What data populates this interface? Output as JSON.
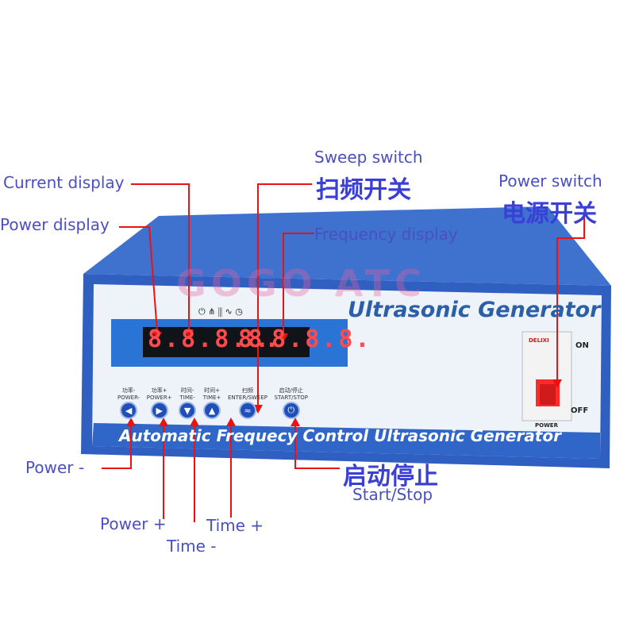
{
  "watermark": "GOGO ATC",
  "device": {
    "title": "Ultrasonic Generator",
    "band_text": "Automatic Frequecy Control Ultrasonic Generator",
    "display_current": "8.8.8.8.",
    "display_frequency": "8.8.8.8.",
    "buttons": [
      {
        "cn": "功率-",
        "en": "POWER-",
        "icon": "◀"
      },
      {
        "cn": "功率+",
        "en": "POWER+",
        "icon": "▶"
      },
      {
        "cn": "时间-",
        "en": "TIME-",
        "icon": "▼"
      },
      {
        "cn": "时间+",
        "en": "TIME+",
        "icon": "▲"
      },
      {
        "cn": "扫频",
        "en": "ENTER/SWEEP",
        "icon": "≈"
      },
      {
        "cn": "启动/停止",
        "en": "START/STOP",
        "icon": "⏻"
      }
    ],
    "breaker_brand": "DELIXI",
    "switch_on": "ON",
    "switch_off": "OFF",
    "switch_label": "POWER"
  },
  "callouts": {
    "current_display": "Current display",
    "power_display": "Power display",
    "sweep_switch_en": "Sweep switch",
    "sweep_switch_cn": "扫频开关",
    "frequency_display": "Frequency display",
    "power_switch_en": "Power switch",
    "power_switch_cn": "电源开关",
    "power_minus": "Power -",
    "power_plus": "Power +",
    "time_minus": "Time -",
    "time_plus": "Time +",
    "start_stop_cn": "启动停止",
    "start_stop_en": "Start/Stop"
  }
}
